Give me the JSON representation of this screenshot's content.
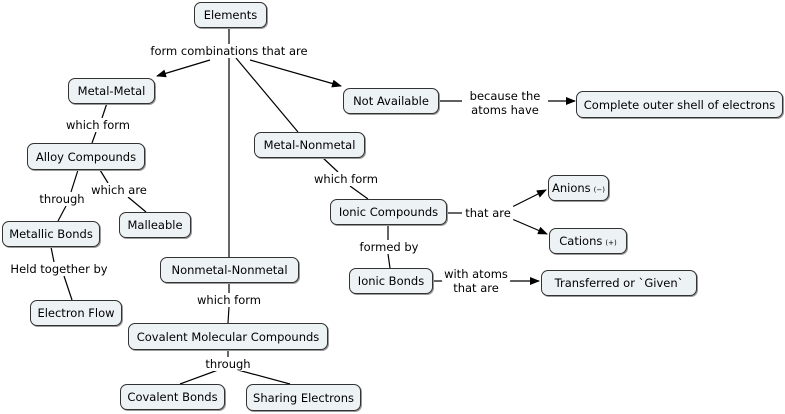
{
  "nodes": {
    "elements": "Elements",
    "metal_metal": "Metal-Metal",
    "not_available": "Not Available",
    "complete_shell": "Complete outer shell of electrons",
    "metal_nonmetal": "Metal-Nonmetal",
    "alloy": "Alloy Compounds",
    "anions": "Anions",
    "anions_sign": "(−)",
    "ionic_compounds": "Ionic Compounds",
    "malleable": "Malleable",
    "metallic_bonds": "Metallic Bonds",
    "cations": "Cations",
    "cations_sign": "(+)",
    "nonmetal_nonmetal": "Nonmetal-Nonmetal",
    "ionic_bonds": "Ionic Bonds",
    "transferred": "Transferred or `Given`",
    "electron_flow": "Electron Flow",
    "covalent_molecular": "Covalent Molecular Compounds",
    "covalent_bonds": "Covalent Bonds",
    "sharing_electrons": "Sharing Electrons"
  },
  "links": {
    "form_combinations": "form combinations that are",
    "because_1": "because the",
    "because_2": "atoms have",
    "which_form_1": "which form",
    "which_form_2": "which form",
    "through_1": "through",
    "which_are": "which are",
    "held_together": "Held together by",
    "that_are": "that are",
    "formed_by": "formed by",
    "with_atoms_1": "with atoms",
    "with_atoms_2": "that are",
    "which_form_3": "which form",
    "through_2": "through"
  }
}
